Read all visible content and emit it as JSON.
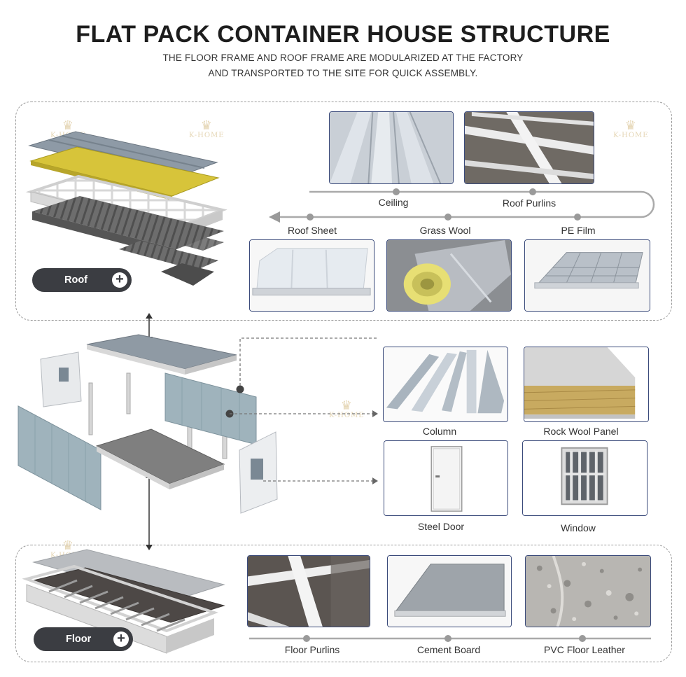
{
  "header": {
    "title": "FLAT PACK CONTAINER HOUSE STRUCTURE",
    "subtitle_line1": "THE FLOOR FRAME AND ROOF FRAME ARE MODULARIZED AT THE FACTORY",
    "subtitle_line2": "AND TRANSPORTED TO THE SITE FOR QUICK ASSEMBLY."
  },
  "roof_section": {
    "badge_label": "Roof",
    "components": [
      "Ceiling",
      "Roof Purlins",
      "Roof Sheet",
      "Grass Wool",
      "PE Film"
    ]
  },
  "middle_section": {
    "components": [
      "Column",
      "Rock Wool  Panel",
      "Steel Door",
      "Window"
    ]
  },
  "floor_section": {
    "badge_label": "Floor",
    "components": [
      "Floor Purlins",
      "Cement Board",
      "PVC Floor Leather"
    ]
  },
  "watermark": {
    "text": "K-HOME"
  },
  "colors": {
    "frame_border": "#3a4a7a",
    "dashed_border": "#9a9a9a",
    "badge_bg": "#3b3d42",
    "flow_line": "#aaaaaa"
  }
}
